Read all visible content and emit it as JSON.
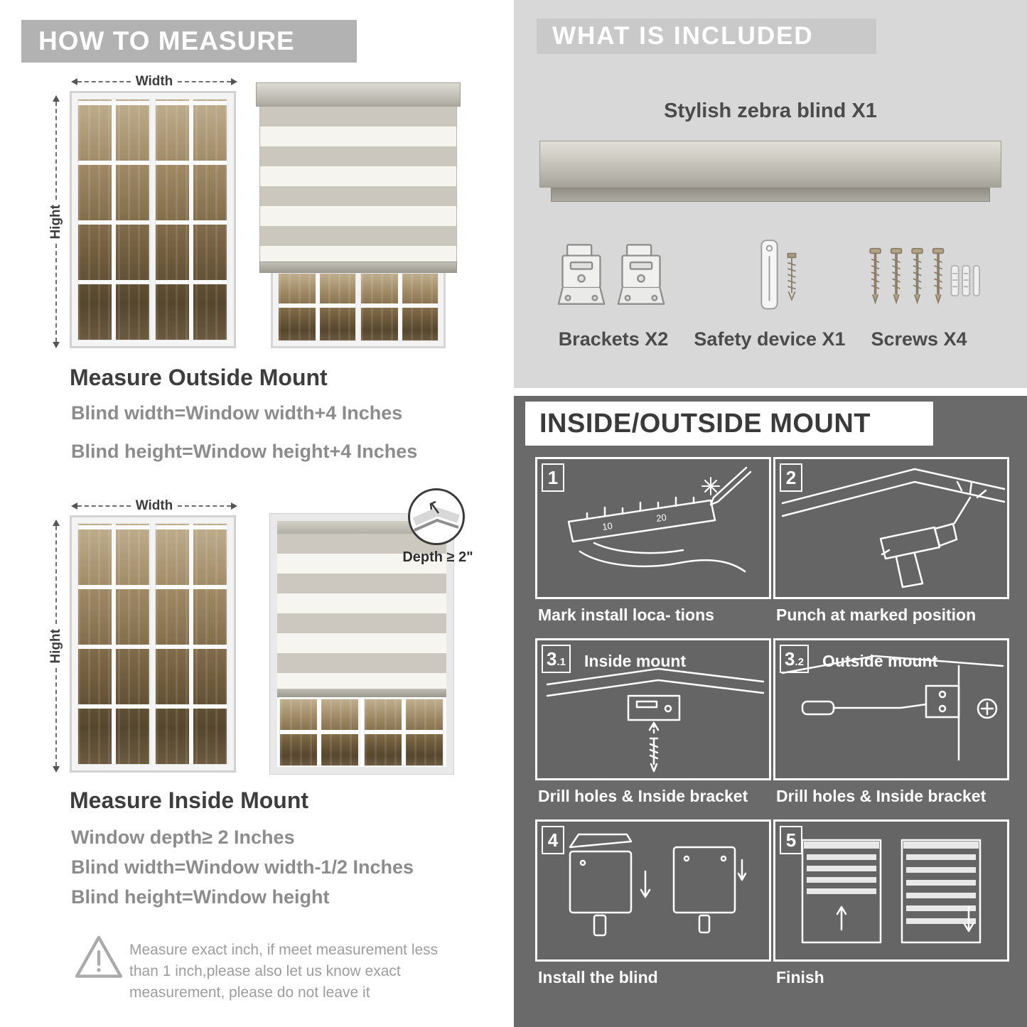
{
  "colors": {
    "left_header_bg": "#b2b2b2",
    "included_bg": "#d8d8d8",
    "included_header_bg": "#c9c9c9",
    "mount_bg": "#6a6a6a",
    "dark_text": "#3d3d3d",
    "gray_text": "#8c8c8c"
  },
  "measure": {
    "header": "HOW TO MEASURE",
    "width_label": "Width",
    "height_label": "Hight",
    "outside": {
      "title": "Measure Outside Mount",
      "lines": [
        "Blind width=Window width+4 Inches",
        "Blind height=Window height+4 Inches"
      ]
    },
    "inside": {
      "title": "Measure Inside Mount",
      "depth_label": "Depth ≥ 2\"",
      "lines": [
        "Window depth≥ 2 Inches",
        "Blind width=Window width-1/2 Inches",
        "Blind height=Window height"
      ]
    },
    "note": "Measure exact inch, if meet measurement less than 1 inch,please also let us know exact measurement, please do not leave it"
  },
  "included": {
    "header": "WHAT IS INCLUDED",
    "product_label": "Stylish zebra blind X1",
    "items": [
      {
        "label": "Brackets X2",
        "icon": "bracket-icon"
      },
      {
        "label": "Safety device X1",
        "icon": "safety-device-icon"
      },
      {
        "label": "Screws X4",
        "icon": "screw-icon"
      }
    ]
  },
  "mount": {
    "header": "INSIDE/OUTSIDE MOUNT",
    "steps": [
      {
        "num": "1",
        "sub": "",
        "label": "",
        "caption": "Mark install loca- tions"
      },
      {
        "num": "2",
        "sub": "",
        "label": "",
        "caption": "Punch at  marked position"
      },
      {
        "num": "3",
        "sub": ".1",
        "label": "Inside mount",
        "caption": "Drill holes &  Inside bracket"
      },
      {
        "num": "3",
        "sub": ".2",
        "label": "Outside mount",
        "caption": "Drill holes &  Inside bracket"
      },
      {
        "num": "4",
        "sub": "",
        "label": "",
        "caption": "Install the blind"
      },
      {
        "num": "5",
        "sub": "",
        "label": "",
        "caption": "Finish"
      }
    ]
  }
}
